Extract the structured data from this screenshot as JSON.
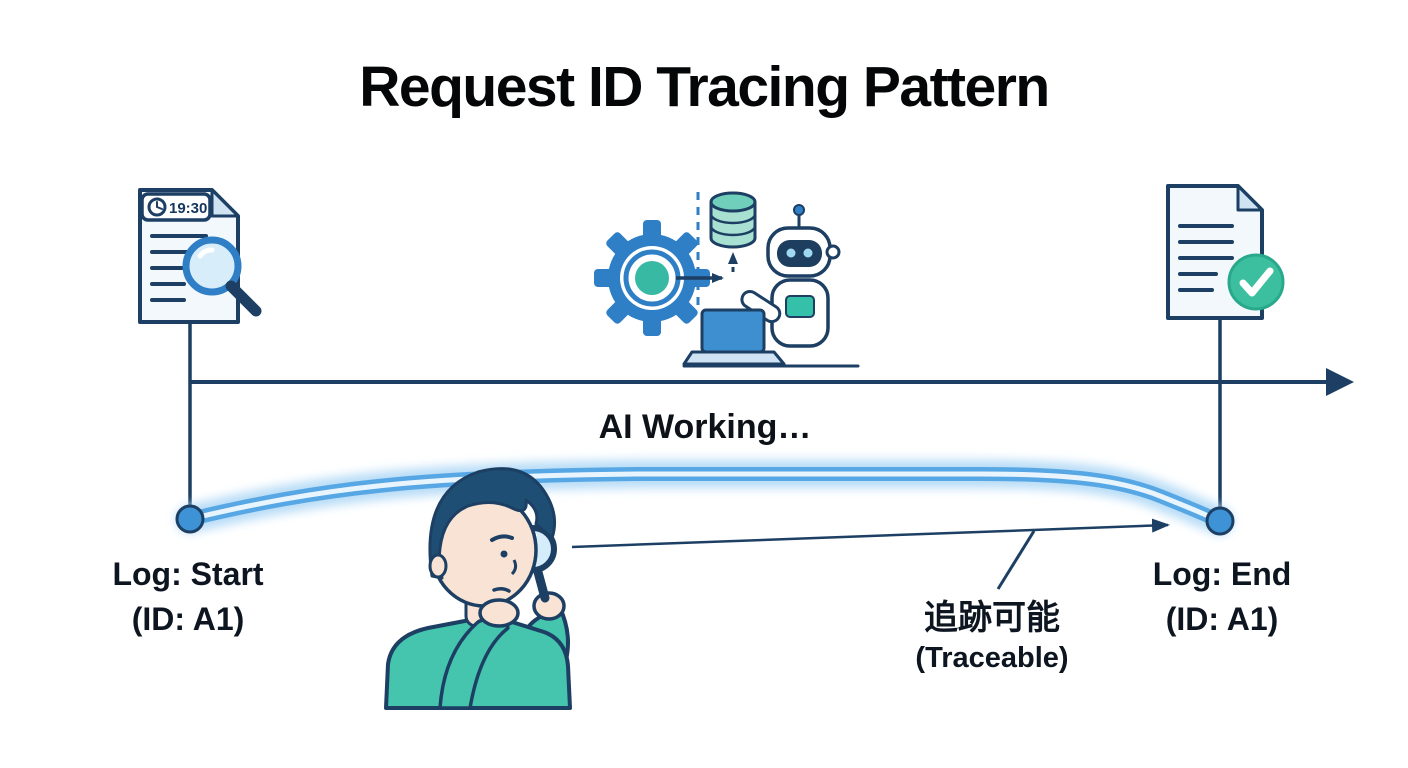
{
  "title": "Request ID Tracing Pattern",
  "timeline": {
    "ai_working_label": "AI Working…",
    "start_label_line1": "Log: Start",
    "start_label_line2": "(ID: A1)",
    "end_label_line1": "Log: End",
    "end_label_line2": "(ID: A1)"
  },
  "annotation": {
    "traceable_line1": "追跡可能",
    "traceable_line2": "(Traceable)"
  },
  "icons": {
    "start_document": "document-with-clock-and-magnifier-icon",
    "clock_time": "19:30",
    "center_illustration": "gear-database-robot-laptop-illustration",
    "end_document": "document-with-checkmark-icon",
    "person": "person-with-magnifying-glass-illustration"
  },
  "colors": {
    "line_navy": "#1c3f63",
    "accent_blue": "#3e8fd0",
    "glow_blue": "#57a7e4",
    "teal": "#3cc0aa",
    "background": "#ffffff"
  }
}
